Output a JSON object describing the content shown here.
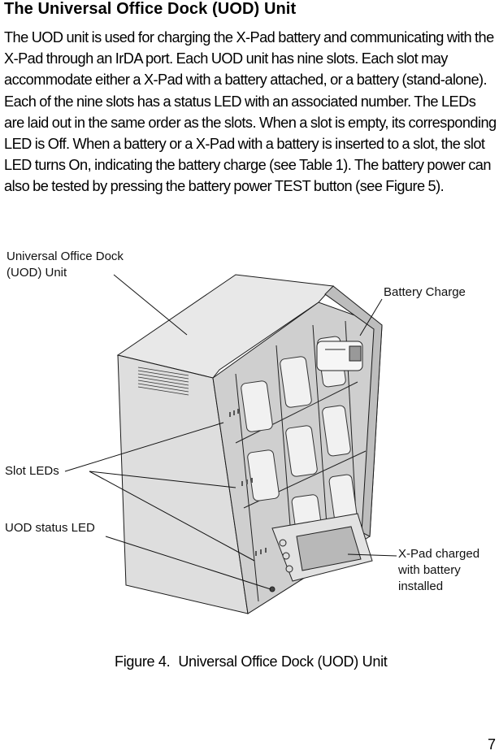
{
  "heading": "The Universal Office Dock (UOD) Unit",
  "paragraph": "The UOD unit is used for charging the X-Pad battery and communicating with the X-Pad through an IrDA port. Each UOD unit has nine slots. Each slot may accommodate either a X-Pad with a battery attached, or a battery (stand-alone). Each of the nine slots has a status LED with an associated number. The LEDs are laid out in the same order as the slots. When a slot is empty, its corresponding LED is Off. When a battery or a X-Pad with a battery is inserted to a slot, the slot LED turns On, indicating the battery charge (see Table 1). The battery power can also be tested by pressing the battery power TEST button (see Figure 5).",
  "figure": {
    "callouts": {
      "uod_unit_line1": "Universal Office Dock",
      "uod_unit_line2": "(UOD) Unit",
      "battery_charge": "Battery Charge",
      "slot_leds": "Slot LEDs",
      "uod_status_led": "UOD status LED",
      "xpad_line1": "X-Pad charged",
      "xpad_line2": "with battery",
      "xpad_line3": "installed"
    },
    "caption_label": "Figure 4.",
    "caption_title": "Universal Office Dock (UOD) Unit"
  },
  "page_number": "7"
}
